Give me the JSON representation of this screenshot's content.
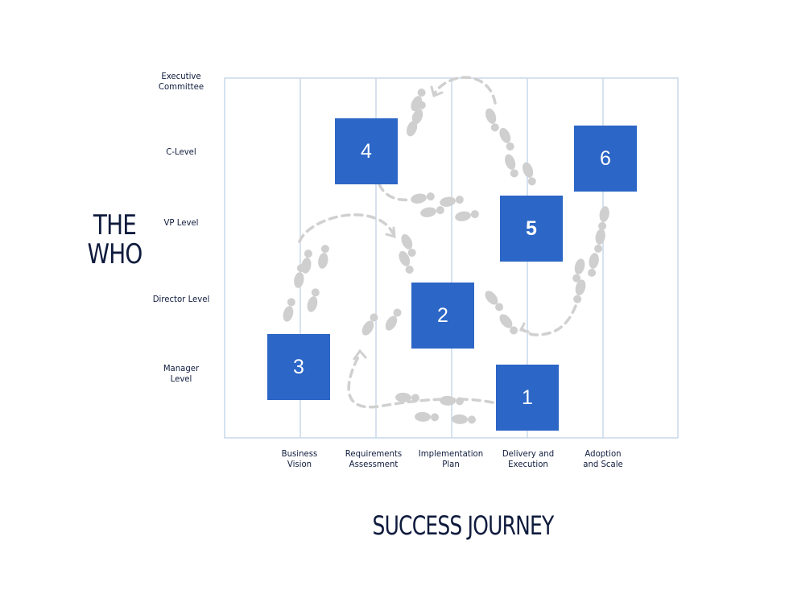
{
  "axes": {
    "y_title_lines": [
      "THE",
      "WHO"
    ],
    "x_title": "SUCCESS JOURNEY"
  },
  "rows": [
    {
      "label_lines": [
        "Executive",
        "Committee"
      ]
    },
    {
      "label_lines": [
        "C-Level"
      ]
    },
    {
      "label_lines": [
        "VP Level"
      ]
    },
    {
      "label_lines": [
        "Director Level"
      ]
    },
    {
      "label_lines": [
        "Manager",
        "Level"
      ]
    }
  ],
  "columns": [
    {
      "label_lines": [
        "Business",
        "Vision"
      ]
    },
    {
      "label_lines": [
        "Requirements",
        "Assessment"
      ]
    },
    {
      "label_lines": [
        "Implementation",
        "Plan"
      ]
    },
    {
      "label_lines": [
        "Delivery and",
        "Execution"
      ]
    },
    {
      "label_lines": [
        "Adoption",
        "and Scale"
      ]
    }
  ],
  "steps": [
    {
      "number": "1"
    },
    {
      "number": "2"
    },
    {
      "number": "3"
    },
    {
      "number": "4"
    },
    {
      "number": "5"
    },
    {
      "number": "6"
    }
  ],
  "colors": {
    "box": "#2c66c6",
    "title_text": "#0f1b3d",
    "grid": "#c9d9ea",
    "footprint": "#cfcfcf",
    "path": "#d0d0d0"
  },
  "icons": [
    "footprint-icon",
    "dashed-arrow-path"
  ]
}
